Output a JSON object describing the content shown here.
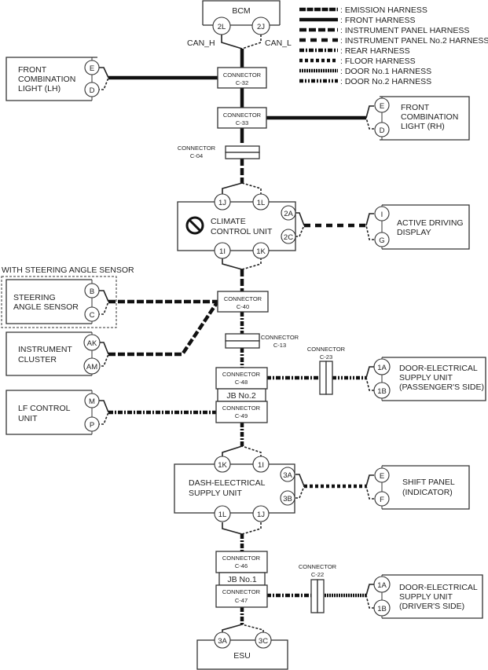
{
  "legend": [
    {
      "key": "emission",
      "label": ": EMISSION HARNESS"
    },
    {
      "key": "front",
      "label": ": FRONT HARNESS"
    },
    {
      "key": "instrument_panel",
      "label": ": INSTRUMENT PANEL HARNESS"
    },
    {
      "key": "instrument_panel_no2",
      "label": ": INSTRUMENT PANEL No.2 HARNESS"
    },
    {
      "key": "rear",
      "label": ": REAR HARNESS"
    },
    {
      "key": "floor",
      "label": ": FLOOR HARNESS"
    },
    {
      "key": "door_no1",
      "label": ": DOOR No.1 HARNESS"
    },
    {
      "key": "door_no2",
      "label": ": DOOR No.2 HARNESS"
    }
  ],
  "modules": {
    "bcm": {
      "label": "BCM",
      "pins": [
        "2L",
        "2J"
      ],
      "signals": [
        "CAN_H",
        "CAN_L"
      ]
    },
    "fcl_lh": {
      "lines": [
        "FRONT",
        "COMBINATION",
        "LIGHT (LH)"
      ],
      "pins": [
        "E",
        "D"
      ]
    },
    "fcl_rh": {
      "lines": [
        "FRONT",
        "COMBINATION",
        "LIGHT (RH)"
      ],
      "pins": [
        "E",
        "D"
      ]
    },
    "climate": {
      "lines": [
        "CLIMATE",
        "CONTROL UNIT"
      ],
      "pins_top": [
        "1J",
        "1L"
      ],
      "pins_bottom": [
        "1I",
        "1K"
      ],
      "pins_right": [
        "2A",
        "2C"
      ],
      "icon": "no-entry-icon"
    },
    "active_display": {
      "lines": [
        "ACTIVE DRIVING",
        "DISPLAY"
      ],
      "pins": [
        "I",
        "G"
      ]
    },
    "steering_group_label": "WITH STEERING ANGLE SENSOR",
    "steering": {
      "lines": [
        "STEERING",
        "ANGLE SENSOR"
      ],
      "pins": [
        "B",
        "C"
      ]
    },
    "cluster": {
      "lines": [
        "INSTRUMENT",
        "CLUSTER"
      ],
      "pins": [
        "AK",
        "AM"
      ]
    },
    "lf_control": {
      "lines": [
        "LF CONTROL",
        "UNIT"
      ],
      "pins": [
        "M",
        "P"
      ]
    },
    "door_pass": {
      "lines": [
        "DOOR-ELECTRICAL",
        "SUPPLY UNIT",
        "(PASSENGER'S SIDE)"
      ],
      "pins": [
        "1A",
        "1B"
      ]
    },
    "dash_supply": {
      "lines": [
        "DASH-ELECTRICAL",
        "SUPPLY UNIT"
      ],
      "pins_top": [
        "1K",
        "1I"
      ],
      "pins_bottom": [
        "1L",
        "1J"
      ],
      "pins_right": [
        "3A",
        "3B"
      ]
    },
    "shift_panel": {
      "lines": [
        "SHIFT PANEL",
        "(INDICATOR)"
      ],
      "pins": [
        "E",
        "F"
      ]
    },
    "door_drv": {
      "lines": [
        "DOOR-ELECTRICAL",
        "SUPPLY UNIT",
        "(DRIVER'S SIDE)"
      ],
      "pins": [
        "1A",
        "1B"
      ]
    },
    "esu": {
      "label": "ESU",
      "pins": [
        "3A",
        "3C"
      ]
    }
  },
  "connectors": {
    "c32": {
      "title": "CONNECTOR",
      "id": "C-32"
    },
    "c33": {
      "title": "CONNECTOR",
      "id": "C-33"
    },
    "c04": {
      "title": "CONNECTOR",
      "id": "C-04"
    },
    "c40": {
      "title": "CONNECTOR",
      "id": "C-40"
    },
    "c13": {
      "title": "CONNECTOR",
      "id": "C-13"
    },
    "c48": {
      "title": "CONNECTOR",
      "id": "C-48"
    },
    "c49": {
      "title": "CONNECTOR",
      "id": "C-49"
    },
    "c23": {
      "title": "CONNECTOR",
      "id": "C-23"
    },
    "c46": {
      "title": "CONNECTOR",
      "id": "C-46"
    },
    "c47": {
      "title": "CONNECTOR",
      "id": "C-47"
    },
    "c22": {
      "title": "CONNECTOR",
      "id": "C-22"
    }
  },
  "junction_blocks": {
    "jb2": "JB No.2",
    "jb1": "JB No.1"
  }
}
